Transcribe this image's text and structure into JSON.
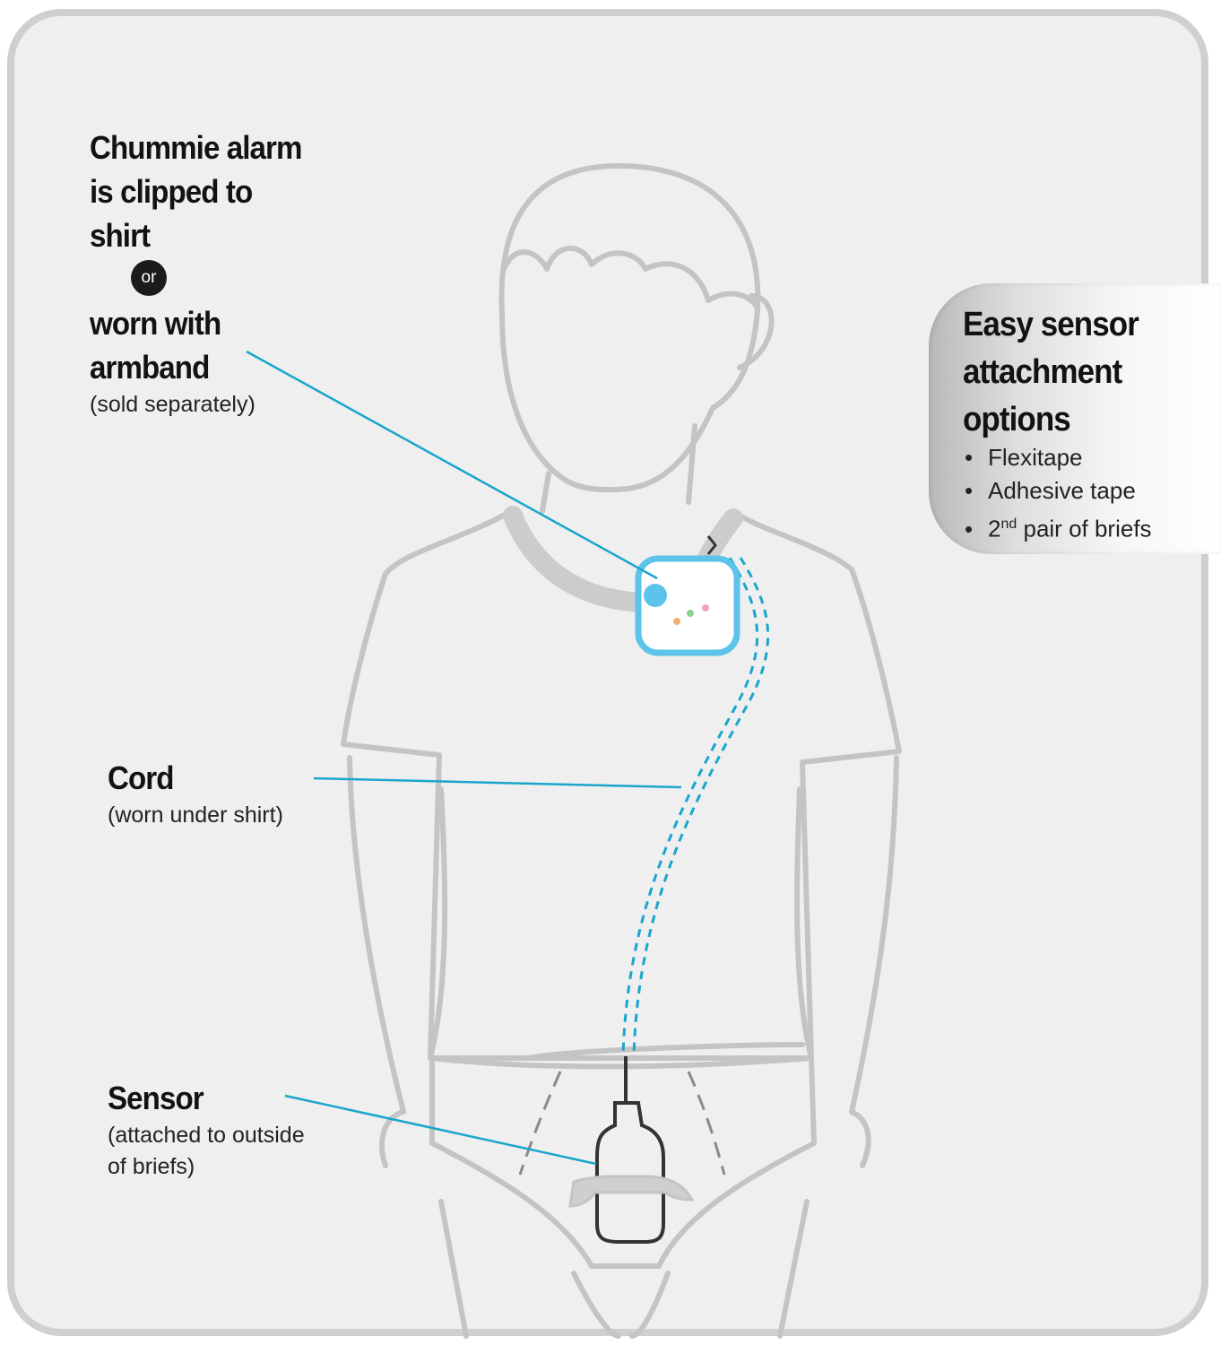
{
  "alarm_label": {
    "line1": "Chummie alarm",
    "line2": "is clipped to",
    "line3": "shirt",
    "or": "or",
    "line4": "worn with",
    "line5": "armband",
    "note": "(sold separately)"
  },
  "cord_label": {
    "title": "Cord",
    "note": "(worn under shirt)"
  },
  "sensor_label": {
    "title": "Sensor",
    "note_line1": "(attached to outside",
    "note_line2": "of briefs)"
  },
  "callout": {
    "line1": "Easy sensor",
    "line2": "attachment",
    "line3": "options",
    "items": [
      {
        "text": "Flexitape"
      },
      {
        "text": "Adhesive tape"
      },
      {
        "prefix": "2",
        "sup": "nd",
        "text": " pair of briefs"
      }
    ]
  },
  "colors": {
    "background": "#efefef",
    "frame": "#cfcfcf",
    "outline": "#c4c4c4",
    "accent_cyan": "#1aa6cc",
    "alarm_blue": "#5cc3ea"
  },
  "icons": [
    "child-figure-icon",
    "alarm-device-icon",
    "sensor-icon",
    "bullet-icon"
  ]
}
